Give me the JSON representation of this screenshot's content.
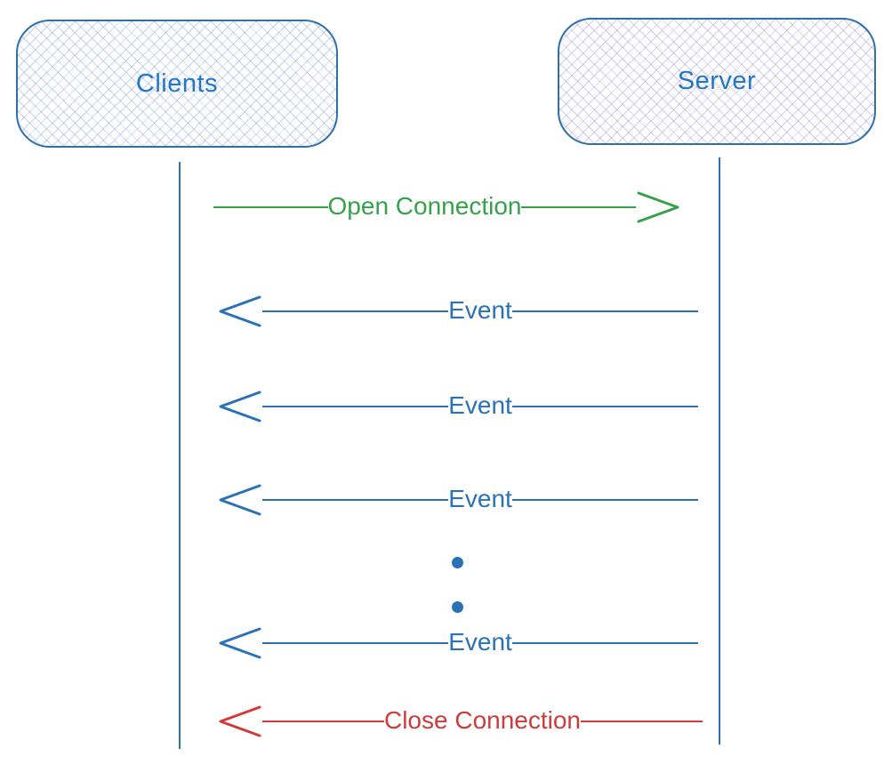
{
  "diagram_type": "sequence",
  "actors": [
    {
      "label": "Clients"
    },
    {
      "label": "Server"
    }
  ],
  "messages": [
    {
      "label": "Open Connection",
      "from": "Clients",
      "to": "Server",
      "direction": "right",
      "color": "#36a14b"
    },
    {
      "label": "Event",
      "from": "Server",
      "to": "Clients",
      "direction": "left",
      "color": "#2a71b8"
    },
    {
      "label": "Event",
      "from": "Server",
      "to": "Clients",
      "direction": "left",
      "color": "#2a71b8"
    },
    {
      "label": "Event",
      "from": "Server",
      "to": "Clients",
      "direction": "left",
      "color": "#2a71b8"
    },
    {
      "label": "Event",
      "from": "Server",
      "to": "Clients",
      "direction": "left",
      "color": "#2a71b8"
    },
    {
      "label": "Close Connection",
      "from": "Server",
      "to": "Clients",
      "direction": "left",
      "color": "#cf3a3a"
    }
  ],
  "ellipsis_dots": 2,
  "colors": {
    "actor_text": "#2277c8",
    "lifeline": "#2a71b8",
    "event_blue": "#2a71b8",
    "open_green": "#36a14b",
    "close_red": "#cf3a3a",
    "box_border": "#2e6fae"
  }
}
